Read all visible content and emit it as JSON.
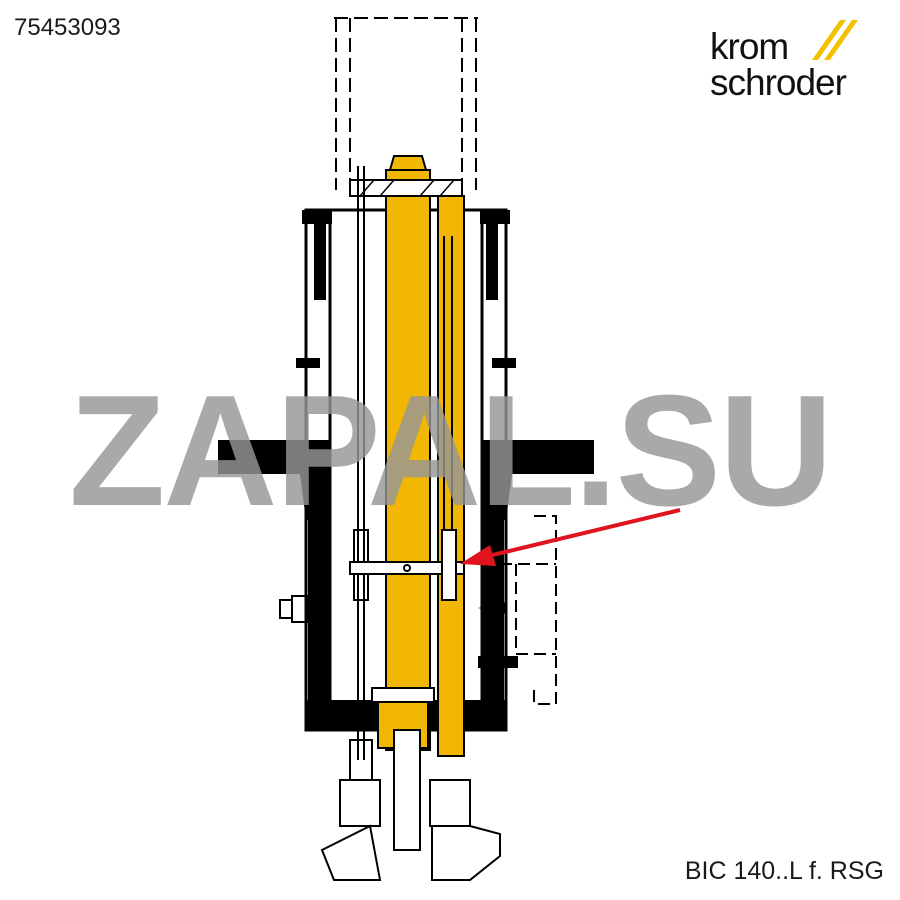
{
  "document": {
    "part_number": "75453093",
    "caption": "BIC 140..L f. RSG",
    "watermark": "ZAPAL.SU"
  },
  "brand": {
    "name_line1": "krom",
    "name_line2": "schroder",
    "stripe_color": "#f2c200"
  },
  "colors": {
    "highlight_part": "#f2b705",
    "outline": "#000000",
    "arrow": "#e0141e",
    "watermark": "#969696"
  }
}
